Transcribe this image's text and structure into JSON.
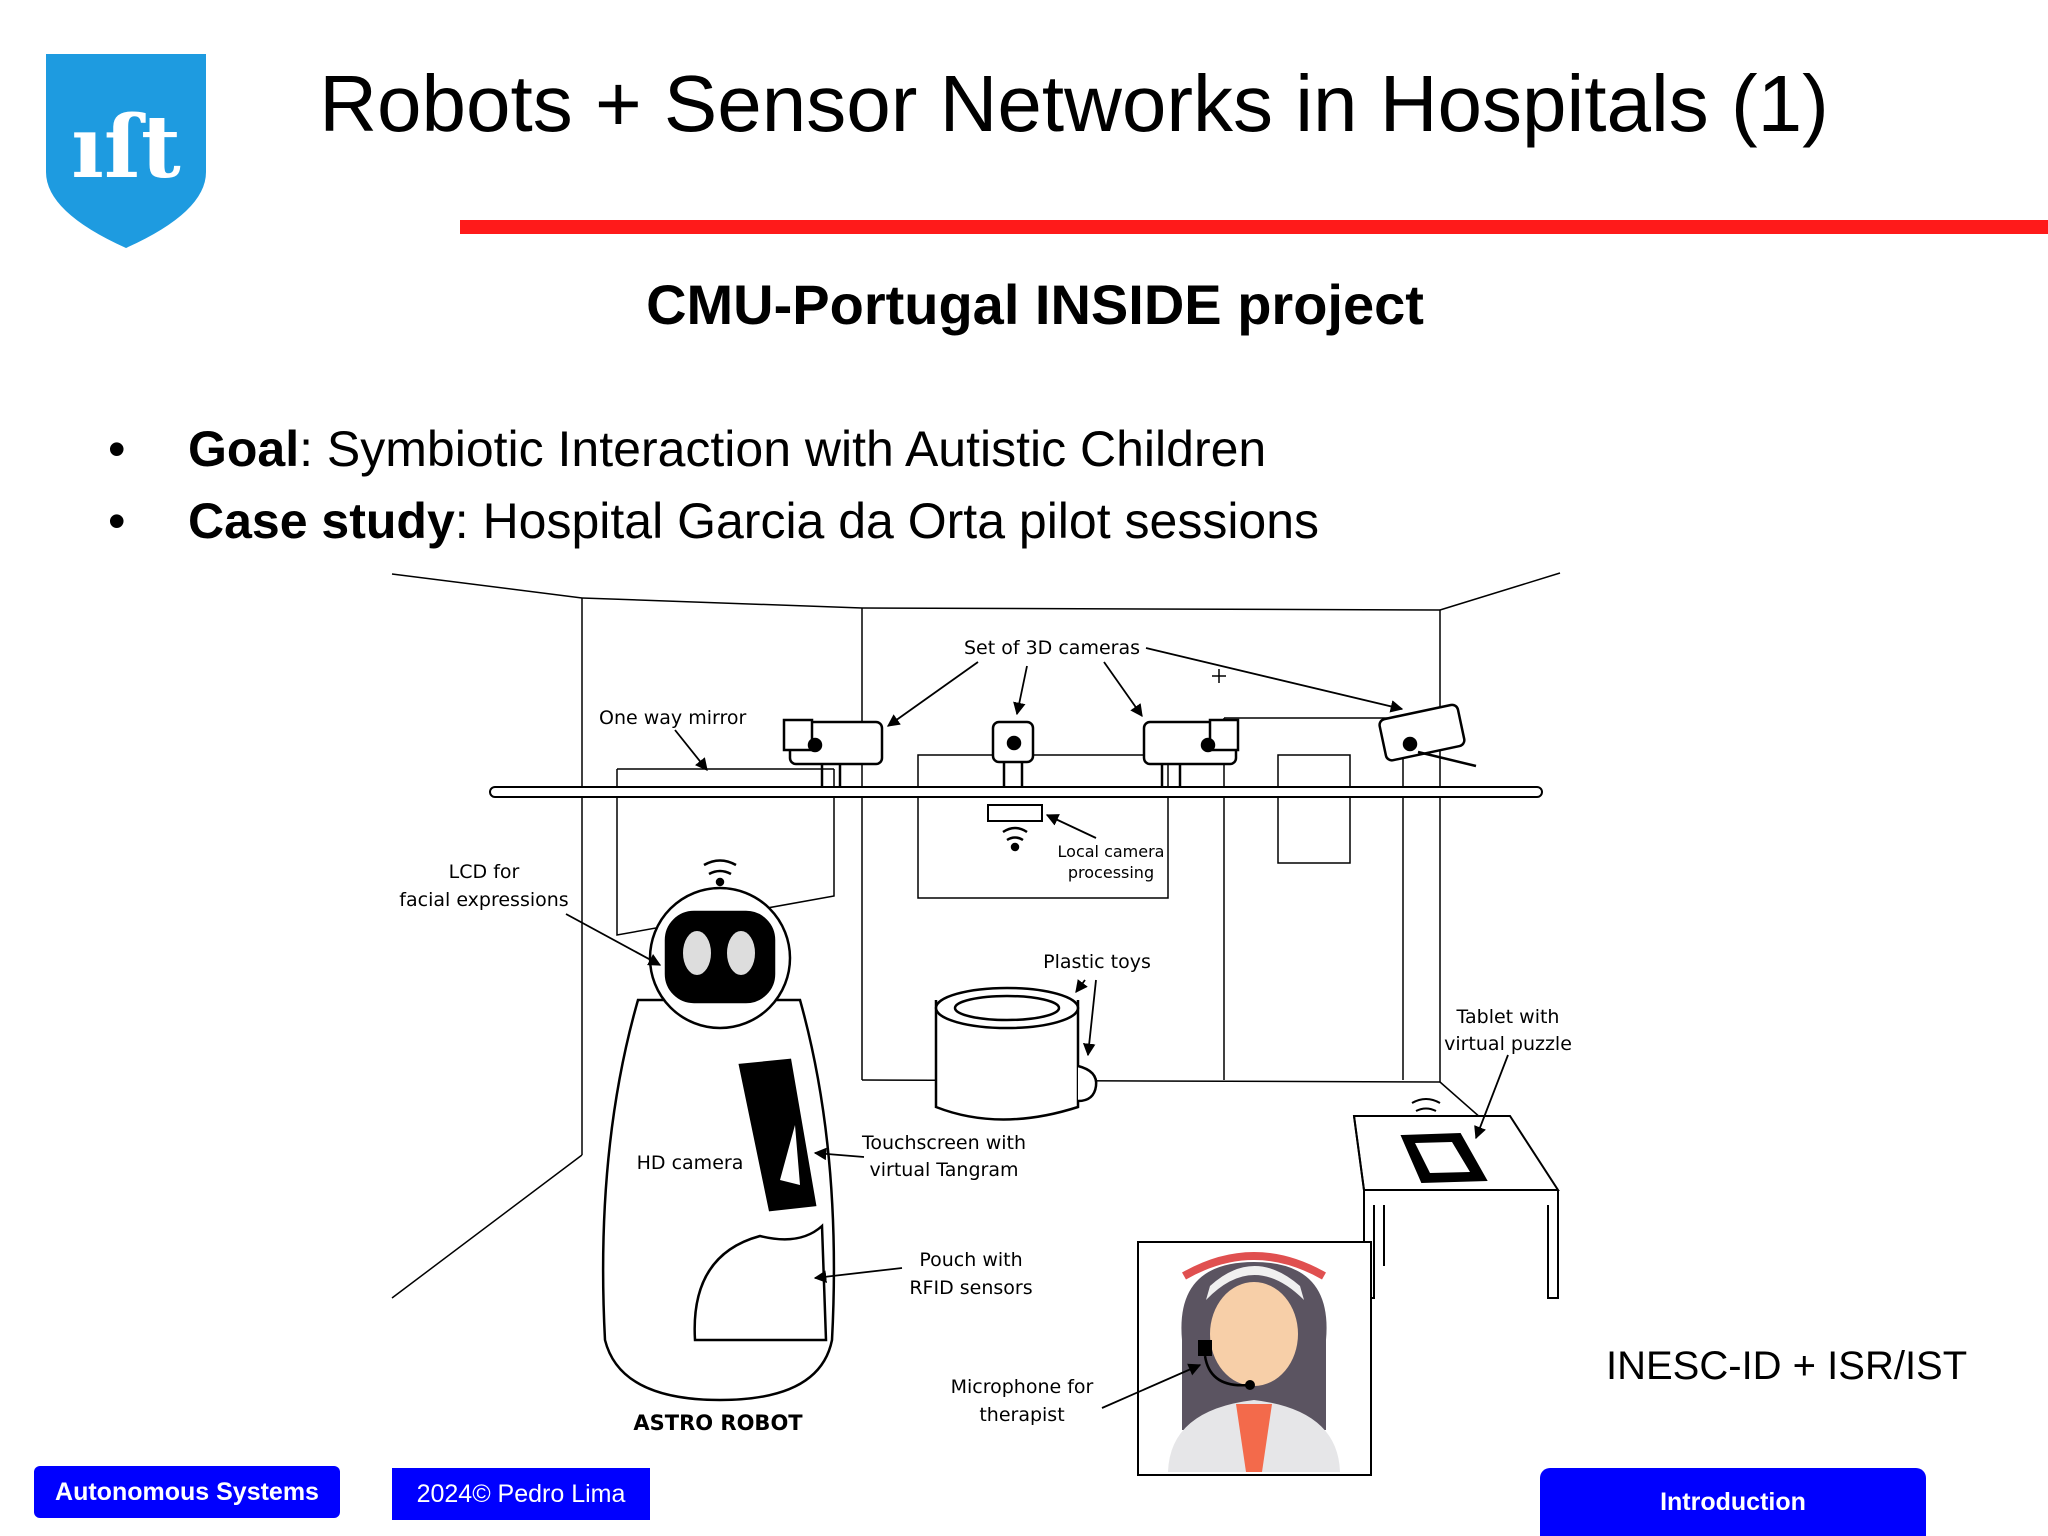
{
  "header": {
    "logo_text": "ıſt",
    "title": "Robots + Sensor Networks in Hospitals (1)"
  },
  "subtitle": "CMU-Portugal INSIDE project",
  "bullets": [
    {
      "bold": "Goal",
      "text": ":  Symbiotic Interaction with Autistic Children"
    },
    {
      "bold": "Case study",
      "text": ":  Hospital Garcia da Orta pilot sessions"
    }
  ],
  "diagram": {
    "labels": {
      "cameras": "Set of 3D cameras",
      "mirror": "One way mirror",
      "lcd_1": "LCD for",
      "lcd_2": "facial expressions",
      "local_1": "Local camera",
      "local_2": "processing",
      "toys": "Plastic toys",
      "tablet_1": "Tablet with",
      "tablet_2": "virtual puzzle",
      "hd": "HD camera",
      "touch_1": "Touchscreen with",
      "touch_2": "virtual Tangram",
      "pouch_1": "Pouch with",
      "pouch_2": "RFID sensors",
      "mic_1": "Microphone for",
      "mic_2": "therapist",
      "robot": "ASTRO ROBOT"
    }
  },
  "credit": "INESC-ID + ISR/IST",
  "footer": {
    "course": "Autonomous Systems",
    "copyright": "2024© Pedro Lima",
    "section": "Introduction"
  },
  "colors": {
    "accent_red": "#ff1a1a",
    "footer_blue": "#0000ff",
    "logo_blue": "#1e9be0"
  }
}
